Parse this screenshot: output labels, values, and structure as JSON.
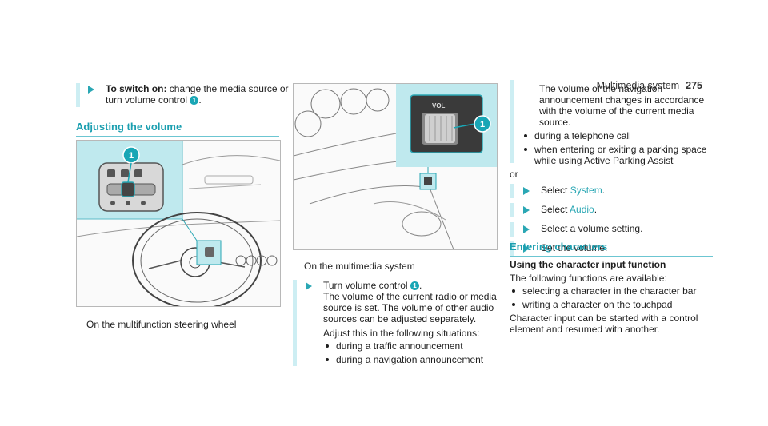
{
  "header": {
    "section": "Multimedia system",
    "page": "275"
  },
  "col1": {
    "step1_lead": "To switch on:",
    "step1_text": "change the media source or turn volume control",
    "step1_num": "1",
    "step1_end": ".",
    "heading": "Adjusting the volume",
    "fig_num": "1",
    "caption": "On the multifunction steering wheel"
  },
  "col2": {
    "fig_label": "VOL",
    "fig_num": "1",
    "caption": "On the multimedia system",
    "step_text": "Turn volume control",
    "step_num": "1",
    "step_end": ".",
    "para1": "The volume of the current radio or media source is set. The volume of other audio sources can be adjusted separately.",
    "para2": "Adjust this in the following situations:",
    "bullets": [
      "during a traffic announcement",
      "during a navigation announcement"
    ]
  },
  "col3": {
    "cont_text": "The volume of the navigation announcement changes in accordance with the volume of the current media source.",
    "bullets": [
      "during a telephone call",
      "when entering or exiting a parking space while using Active Parking Assist"
    ],
    "or": "or",
    "select_prefix": "Select",
    "select_system": "System",
    "select_audio": "Audio",
    "period": ".",
    "step_volume_setting": "Select a volume setting.",
    "step_set_volume": "Set the volume.",
    "heading": "Entering characters",
    "subheading": "Using the character input function",
    "intro": "The following functions are available:",
    "functions": [
      "selecting a character in the character bar",
      "writing a character on the touchpad"
    ],
    "closing": "Character input can be started with a control element and resumed with another."
  },
  "colors": {
    "accent": "#2aa7b4",
    "highlight": "#bfe9ee"
  }
}
